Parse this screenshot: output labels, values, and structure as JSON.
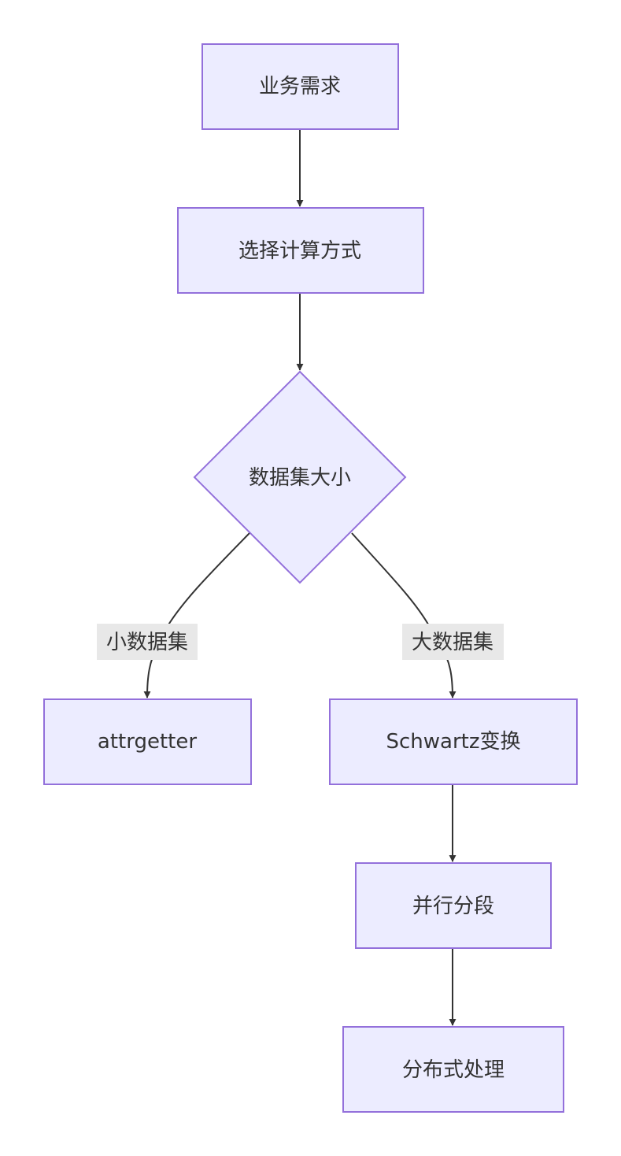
{
  "colors": {
    "node_fill": "#ECECFF",
    "node_stroke": "#9370DB",
    "edge": "#333333",
    "edge_label_bg": "#E8E8E8",
    "text": "#333333"
  },
  "nodes": {
    "business_requirement": "业务需求",
    "choose_method": "选择计算方式",
    "dataset_size": "数据集大小",
    "attrgetter": "attrgetter",
    "schwartz": "Schwartz变换",
    "parallel_segment": "并行分段",
    "distributed_processing": "分布式处理"
  },
  "edges": {
    "small_dataset": "小数据集",
    "large_dataset": "大数据集"
  }
}
